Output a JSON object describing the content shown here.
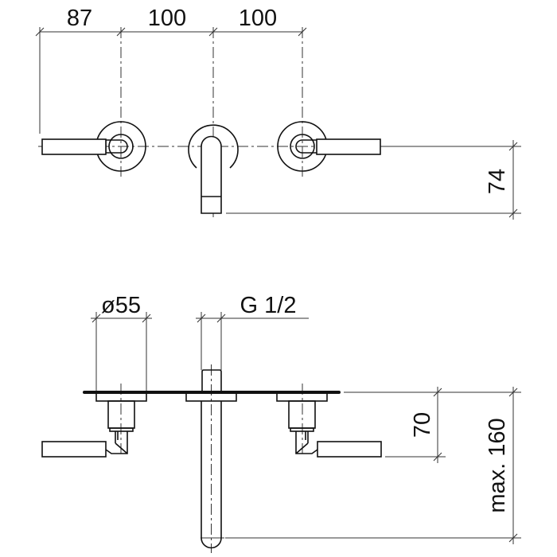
{
  "top_view": {
    "dimensions": {
      "left_offset": "87",
      "spacing_1": "100",
      "spacing_2": "100",
      "depth": "74"
    }
  },
  "side_view": {
    "dimensions": {
      "rosette_diameter": "ø55",
      "thread": "G 1/2",
      "lever_height": "70",
      "spout_height": "max. 160"
    }
  },
  "colors": {
    "line": "#111111",
    "background": "#ffffff"
  }
}
